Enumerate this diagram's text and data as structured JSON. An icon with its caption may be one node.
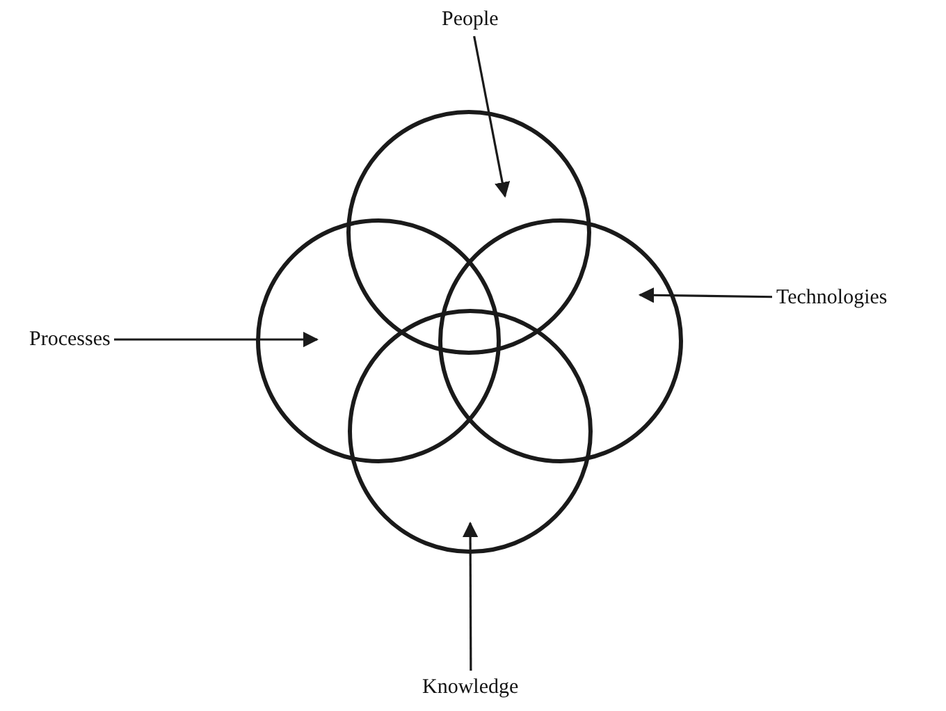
{
  "diagram": {
    "nodes": [
      {
        "text": [
          "People"
        ]
      },
      {
        "text": [
          "Processes"
        ]
      },
      {
        "text": [
          "Technologies"
        ]
      },
      {
        "text": [
          "Knowledge"
        ]
      },
      {
        "text": [],
        "shape": "circle"
      },
      {
        "text": [],
        "shape": "circle"
      },
      {
        "text": [],
        "shape": "circle"
      },
      {
        "text": [],
        "shape": "circle"
      }
    ],
    "edges": [
      {
        "from": 0,
        "to": 4,
        "arrow": "to"
      },
      {
        "from": 1,
        "to": 5,
        "arrow": "to"
      },
      {
        "from": 2,
        "to": 6,
        "arrow": "to"
      },
      {
        "from": 3,
        "to": 7,
        "arrow": "to"
      }
    ]
  }
}
